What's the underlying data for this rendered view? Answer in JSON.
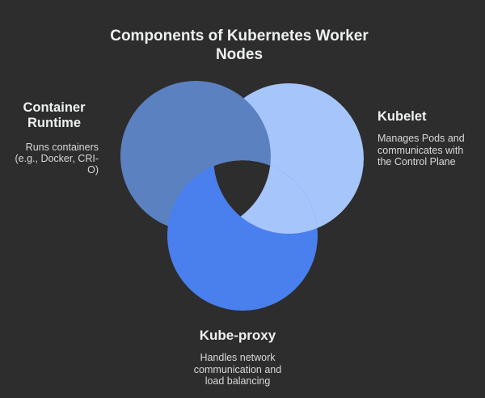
{
  "colors": {
    "background": "#2d2d2d",
    "title_text": "#eef0f1",
    "heading_text": "#eef0f1",
    "body_text": "#d8d8d8"
  },
  "title": "Components of Kubernetes Worker Nodes",
  "diagram": {
    "type": "venn-3-circles",
    "sets": [
      {
        "label": "Container Runtime",
        "description_lines": [
          "Runs containers",
          "(e.g., Docker, CRI-",
          "O)"
        ],
        "color": "#5b81c1",
        "position": "top-left"
      },
      {
        "label": "Kubelet",
        "description_lines": [
          "Manages Pods and",
          "communicates with",
          "the Control Plane"
        ],
        "color": "#a6c5fb",
        "position": "top-right"
      },
      {
        "label": "Kube-proxy",
        "description_lines": [
          "Handles network",
          "communication and",
          "load balancing"
        ],
        "color": "#4a80ed",
        "position": "bottom"
      }
    ]
  }
}
